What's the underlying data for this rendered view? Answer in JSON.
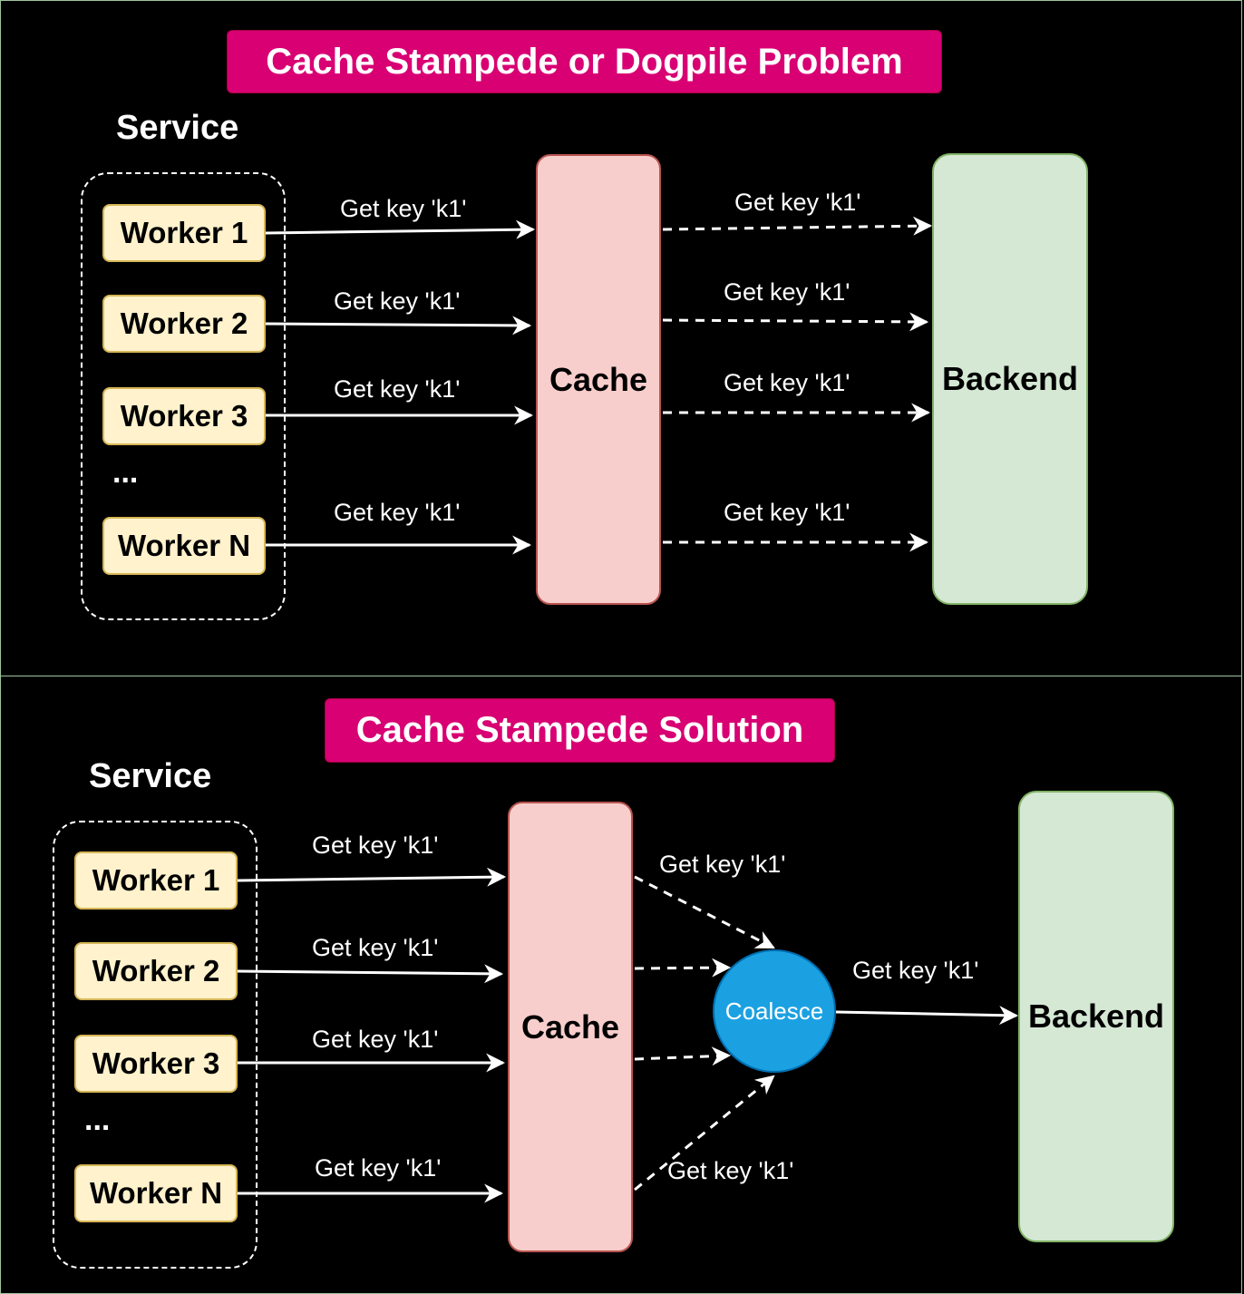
{
  "top": {
    "title": "Cache Stampede or Dogpile Problem",
    "service_label": "Service",
    "workers": [
      "Worker 1",
      "Worker 2",
      "Worker 3",
      "Worker N"
    ],
    "ellipsis": "...",
    "cache_label": "Cache",
    "backend_label": "Backend",
    "request_label": "Get key 'k1'"
  },
  "bottom": {
    "title": "Cache Stampede Solution",
    "service_label": "Service",
    "workers": [
      "Worker 1",
      "Worker 2",
      "Worker 3",
      "Worker N"
    ],
    "ellipsis": "...",
    "cache_label": "Cache",
    "coalesce_label": "Coalesce",
    "backend_label": "Backend",
    "request_label": "Get key 'k1'"
  },
  "colors": {
    "title_banner": "#d80073",
    "worker_fill": "#fff2cc",
    "cache_fill": "#f8cecc",
    "backend_fill": "#d5e8d4",
    "coalesce_fill": "#1ba1e2"
  }
}
